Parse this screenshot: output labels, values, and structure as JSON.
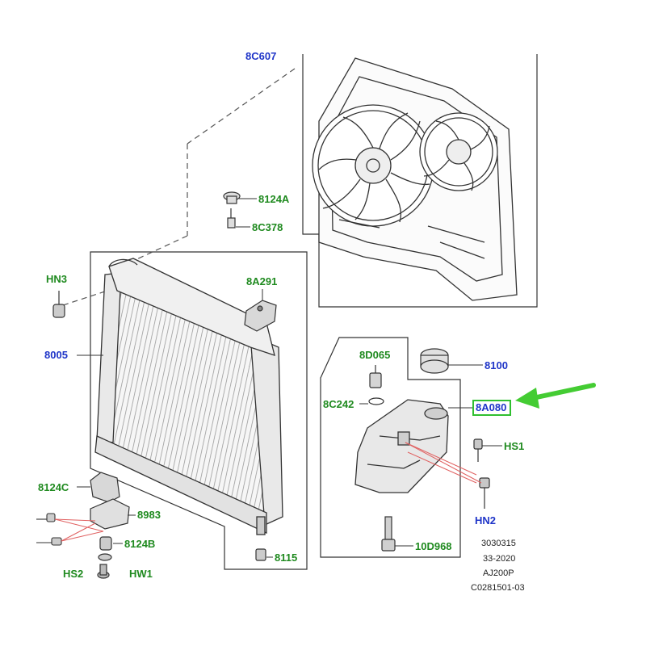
{
  "colors": {
    "part_number_blue": "#1f35c8",
    "fastener_green": "#1f8a1f",
    "highlight": "#2fbf2f",
    "line": "#333333",
    "callout_red": "#e06060"
  },
  "parts": {
    "fan_shroud": "8C607",
    "clip_top": "8124A",
    "clip_stud": "8C378",
    "nut_hn3": "HN3",
    "radiator": "8005",
    "bracket_sensor": "8A291",
    "mount_lower": "8124C",
    "bracket_lower": "8983",
    "isolator": "8124B",
    "screw_hs2": "HS2",
    "washer_hw1": "HW1",
    "drain_plug": "8115",
    "cap_connector": "8D065",
    "oring": "8C242",
    "pressure_cap": "8100",
    "expansion_tank": "8A080",
    "screw_hs1": "HS1",
    "nut_hn2": "HN2",
    "level_sensor": "10D968"
  },
  "meta": {
    "line1": "3030315",
    "line2": "33-2020",
    "line3": "AJ200P",
    "line4": "C0281501-03"
  },
  "highlighted_part": "8A080",
  "icons": [
    "green-arrow-icon"
  ]
}
